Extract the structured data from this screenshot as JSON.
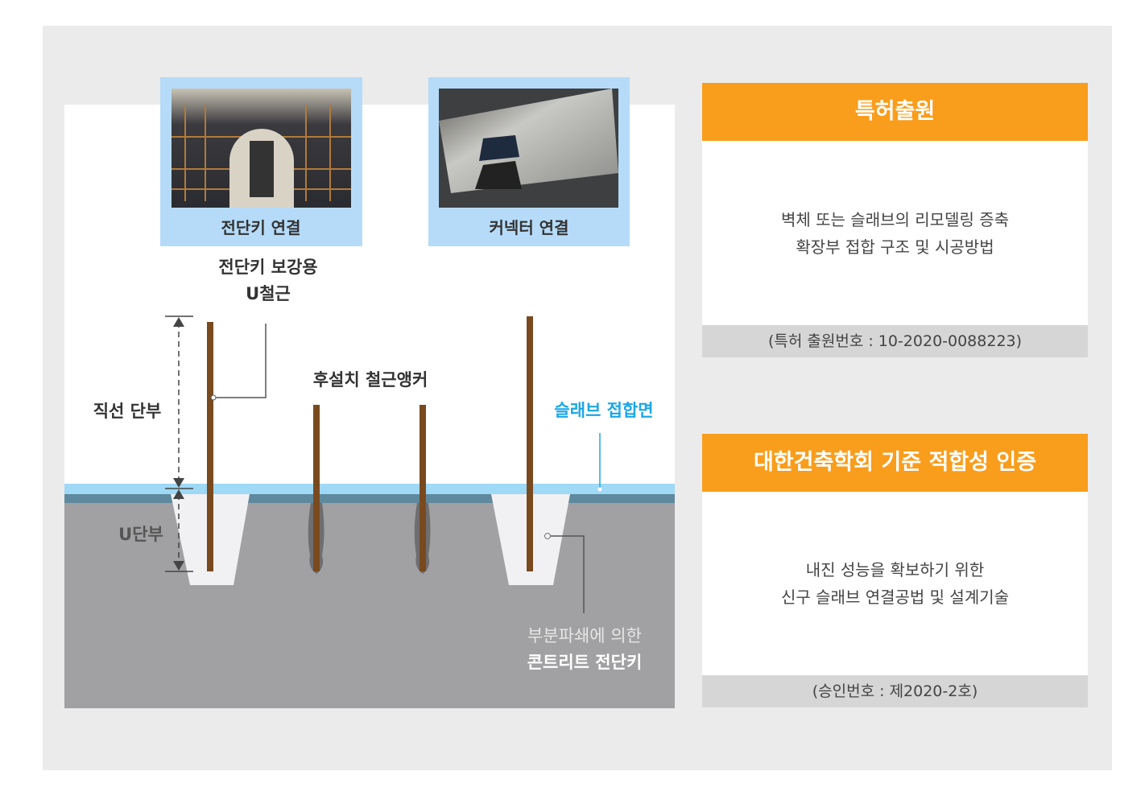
{
  "diagram": {
    "photo_labels": [
      "전단키 연결",
      "커넥터 연결"
    ],
    "u_rebar_label": [
      "전단키 보강용",
      "U철근"
    ],
    "straight_label": "직선 단부",
    "u_end_label": "U단부",
    "anchor_label": "후설치 철근앵커",
    "interface_label": "슬래브 접합면",
    "shear_key_label": [
      "부분파쇄에 의한",
      "콘트리트 전단키"
    ]
  },
  "cards": [
    {
      "title": "특허출원",
      "lines": [
        "벽체 또는 슬래브의 리모델링 증축",
        "확장부 접합 구조 및 시공방법"
      ],
      "footer": "(특허 출원번호 : 10-2020-0088223)"
    },
    {
      "title": "대한건축학회 기준 적합성 인증",
      "lines": [
        "내진 성능을 확보하기 위한",
        "신구 슬래브 연결공법 및 설계기술"
      ],
      "footer": "(승인번호 : 제2020-2호)"
    }
  ],
  "colors": {
    "accent": "#f99d1c",
    "interface": "#1aa7e8",
    "rebar": "#7a4a1f",
    "concrete": "#a1a1a3"
  }
}
